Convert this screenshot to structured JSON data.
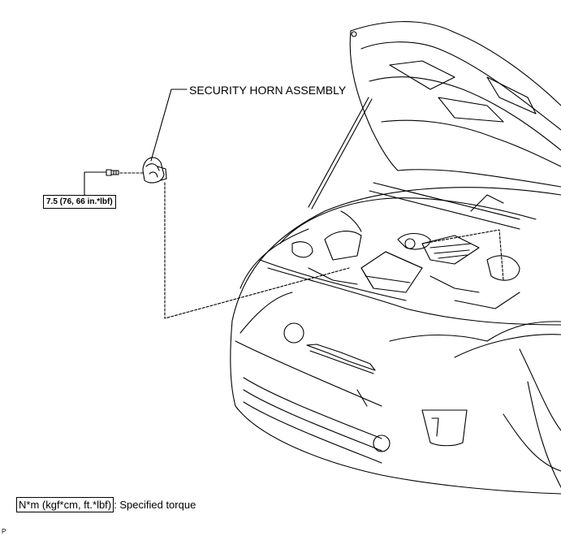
{
  "callouts": {
    "security_horn": "SECURITY HORN ASSEMBLY",
    "torque": "7.5 (76, 66 in.*lbf)"
  },
  "legend": {
    "unit_box": "N*m (kgf*cm, ft.*lbf)",
    "description": ": Specified torque"
  },
  "figure_code": "P"
}
